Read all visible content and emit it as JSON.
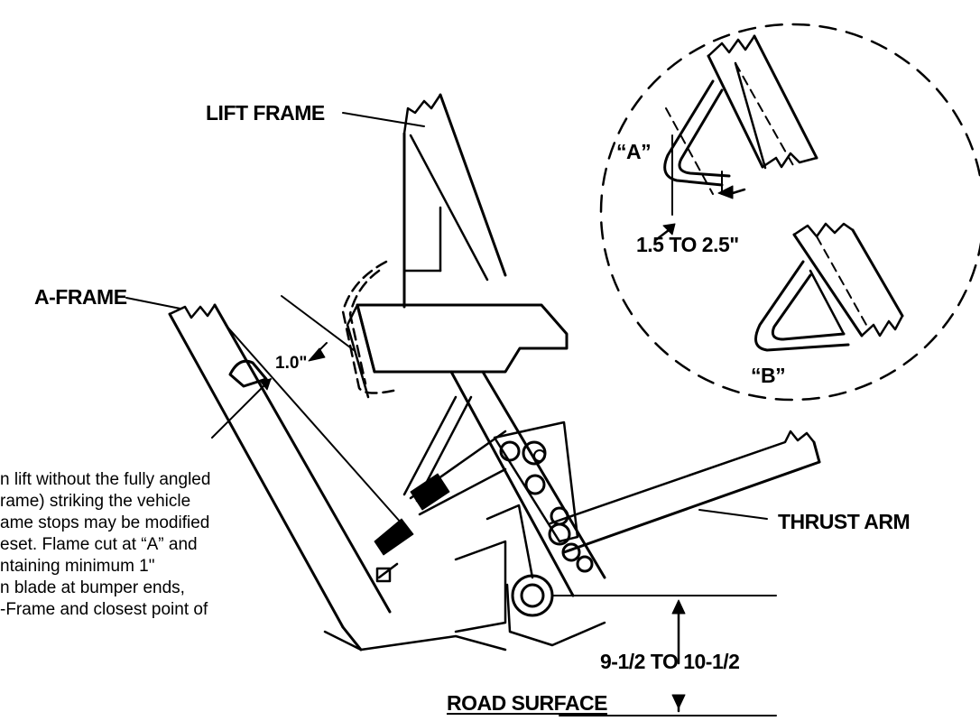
{
  "labels": {
    "lift_frame": "LIFT FRAME",
    "a_frame": "A-FRAME",
    "thrust_arm": "THRUST ARM",
    "road_surface": "ROAD SURFACE",
    "dim_1in": "1.0\"",
    "dim_height": "9-1/2 TO 10-1/2",
    "dim_gap": "1.5 TO 2.5\"",
    "detail_a": "“A”",
    "detail_b": "“B”"
  },
  "note_lines": [
    "n lift without the fully angled",
    "rame) striking the vehicle",
    "ame stops may be modified",
    "eset. Flame cut at “A” and",
    "ntaining minimum 1\"",
    "n blade at bumper ends,",
    "-Frame and closest point of"
  ]
}
